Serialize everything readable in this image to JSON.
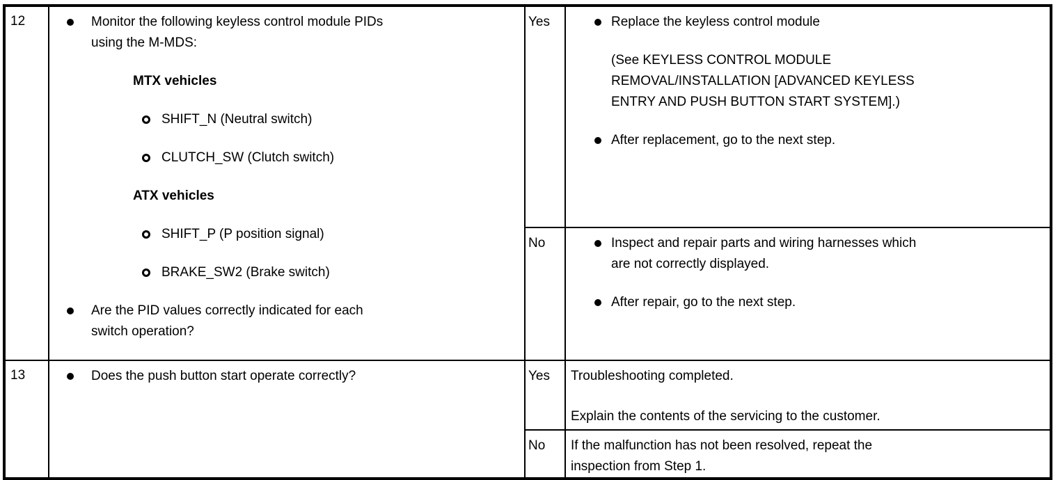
{
  "document": {
    "type": "troubleshooting-step-table",
    "colors": {
      "border": "#000000",
      "background": "#ffffff",
      "text": "#000000"
    },
    "steps": [
      {
        "step": "12",
        "action_items": [
          {
            "type": "bullet",
            "text": "Monitor the following keyless control module PIDs\nusing the M-MDS:"
          },
          {
            "type": "subheader",
            "text": "MTX vehicles"
          },
          {
            "type": "circle",
            "text": "SHIFT_N (Neutral switch)"
          },
          {
            "type": "circle",
            "text": "CLUTCH_SW (Clutch switch)"
          },
          {
            "type": "subheader",
            "text": "ATX vehicles"
          },
          {
            "type": "circle",
            "text": "SHIFT_P (P position signal)"
          },
          {
            "type": "circle",
            "text": "BRAKE_SW2 (Brake switch)"
          },
          {
            "type": "bullet",
            "text": "Are the PID values correctly indicated for each\nswitch operation?"
          }
        ],
        "branches": [
          {
            "flag": "Yes",
            "items": [
              {
                "type": "bullet",
                "text": "Replace the keyless control module"
              },
              {
                "type": "plain",
                "text": "(See KEYLESS CONTROL MODULE\nREMOVAL/INSTALLATION [ADVANCED KEYLESS\nENTRY AND PUSH BUTTON START SYSTEM].)"
              },
              {
                "type": "bullet",
                "text": "After replacement, go to the next step."
              }
            ]
          },
          {
            "flag": "No",
            "items": [
              {
                "type": "bullet",
                "text": "Inspect and repair parts and wiring harnesses which\nare not correctly displayed."
              },
              {
                "type": "bullet",
                "text": "After repair, go to the next step."
              }
            ]
          }
        ]
      },
      {
        "step": "13",
        "action_items": [
          {
            "type": "bullet",
            "text": "Does the push button start operate correctly?"
          }
        ],
        "branches": [
          {
            "flag": "Yes",
            "plain_lines": [
              "Troubleshooting completed.",
              "Explain the contents of the servicing to the customer."
            ]
          },
          {
            "flag": "No",
            "plain_lines": [
              "If the malfunction has not been resolved, repeat the\ninspection from Step 1."
            ]
          }
        ]
      }
    ]
  }
}
